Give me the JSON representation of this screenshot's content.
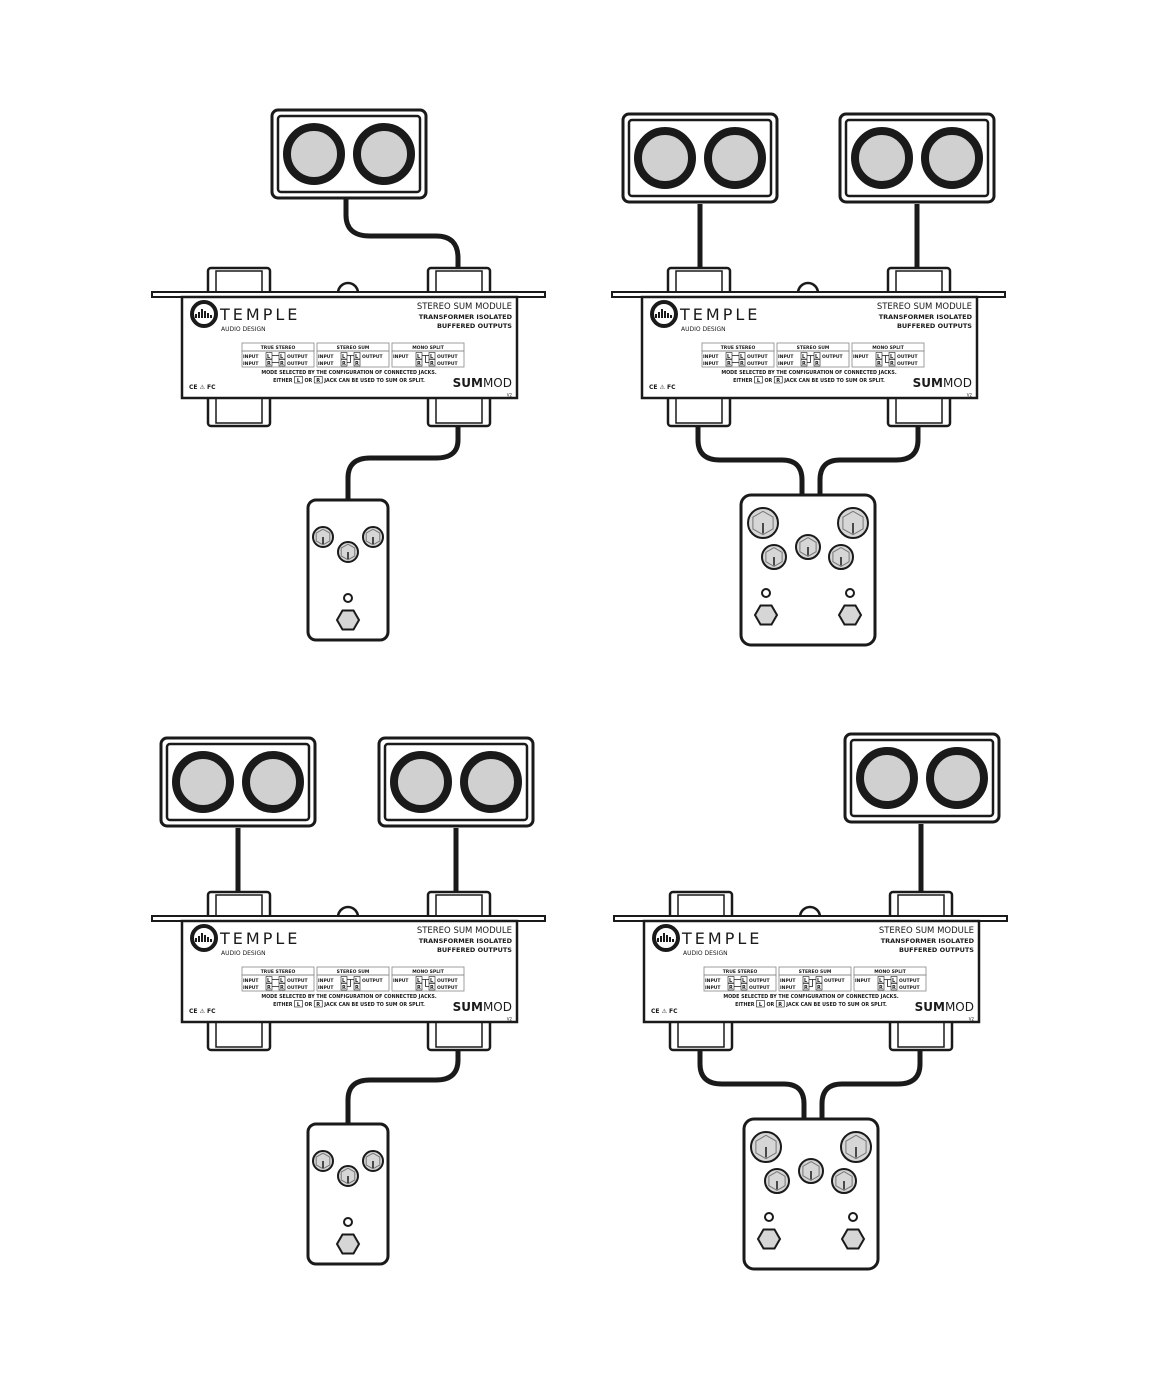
{
  "colors": {
    "stroke": "#1a1a1a",
    "speaker_fill": "#d0d0d0",
    "knob_fill": "#d6d6d6",
    "cable": "#1a1a1a",
    "background": "#ffffff"
  },
  "module": {
    "brand": "TEMPLE",
    "brand_sub": "AUDIO DESIGN",
    "title": "STEREO SUM MODULE",
    "subtitle1": "TRANSFORMER ISOLATED",
    "subtitle2": "BUFFERED OUTPUTS",
    "modes": [
      {
        "name": "TRUE STEREO",
        "row1": [
          "INPUT",
          "L",
          "L",
          "OUTPUT"
        ],
        "row2": [
          "INPUT",
          "R",
          "R",
          "OUTPUT"
        ]
      },
      {
        "name": "STEREO SUM",
        "row1": [
          "INPUT",
          "L",
          "L",
          "OUTPUT"
        ],
        "row2": [
          "INPUT",
          "R",
          "R",
          ""
        ]
      },
      {
        "name": "MONO SPLIT",
        "row1": [
          "INPUT",
          "L",
          "L",
          "OUTPUT"
        ],
        "row2": [
          "",
          "R",
          "R",
          "OUTPUT"
        ]
      }
    ],
    "note1": "MODE SELECTED BY THE CONFIGURATION OF CONNECTED JACKS.",
    "note2_pre": "EITHER",
    "note2_l": "L",
    "note2_or": "OR",
    "note2_r": "R",
    "note2_post": "JACK CAN BE USED TO SUM OR SPLIT.",
    "certs": "CE ⚠ FC",
    "product_bold": "SUM",
    "product_light": "MOD",
    "version": "V2"
  },
  "panels": [
    {
      "name": "mono-in-mono-out",
      "amps": 1,
      "pedal": "single"
    },
    {
      "name": "stereo-pedal-stereo-amps",
      "amps": 2,
      "pedal": "dual"
    },
    {
      "name": "mono-pedal-split-two-amps",
      "amps": 2,
      "pedal": "single"
    },
    {
      "name": "stereo-pedal-sum-one-amp",
      "amps": 1,
      "pedal": "dual"
    }
  ]
}
